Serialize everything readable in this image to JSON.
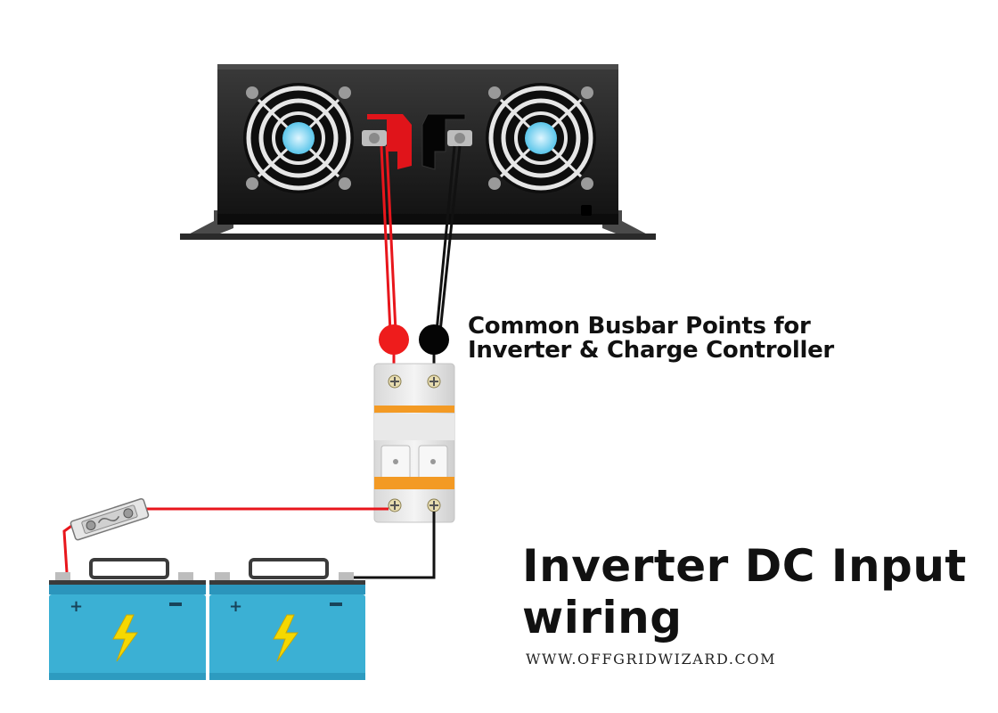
{
  "labels": {
    "busbar_line1": "Common Busbar Points for",
    "busbar_line2": "Inverter & Charge Controller",
    "title_line1": "Inverter DC Input",
    "title_line2": "wiring",
    "website": "WWW.OFFGRIDWIZARD.COM"
  },
  "icons": [
    "inverter-icon",
    "cooling-fan-icon",
    "breaker-icon",
    "inline-fuse-icon",
    "battery-icon",
    "lightning-bolt-icon"
  ],
  "colors": {
    "positive_wire": "#e8161c",
    "negative_wire": "#111111",
    "battery_body": "#3bb0d4",
    "battery_lid": "#2d9bc0",
    "breaker_orange": "#f39a24",
    "inverter_body": "#1c1c1c",
    "bolt": "#f5d800"
  }
}
